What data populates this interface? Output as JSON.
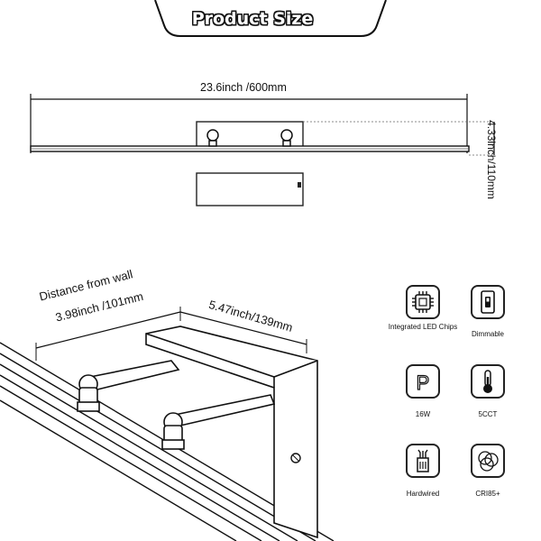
{
  "banner": {
    "title": "Product Size"
  },
  "dimensions": {
    "length": "23.6inch /600mm",
    "height": "4.33inch/110mm",
    "depth": "5.47inch/139mm",
    "wall_distance_title": "Distance from wall",
    "wall_distance_value": "3.98inch /101mm"
  },
  "features": [
    {
      "icon": "integrated-led-chip-icon",
      "label": "Integrated LED Chips"
    },
    {
      "icon": "dimmable-switch-icon",
      "label": "Dimmable"
    },
    {
      "icon": "power-p-icon",
      "label": "16W"
    },
    {
      "icon": "thermometer-icon",
      "label": "5CCT"
    },
    {
      "icon": "hardwired-icon",
      "label": "Hardwired"
    },
    {
      "icon": "color-circles-icon",
      "label": "CRI85+"
    }
  ]
}
